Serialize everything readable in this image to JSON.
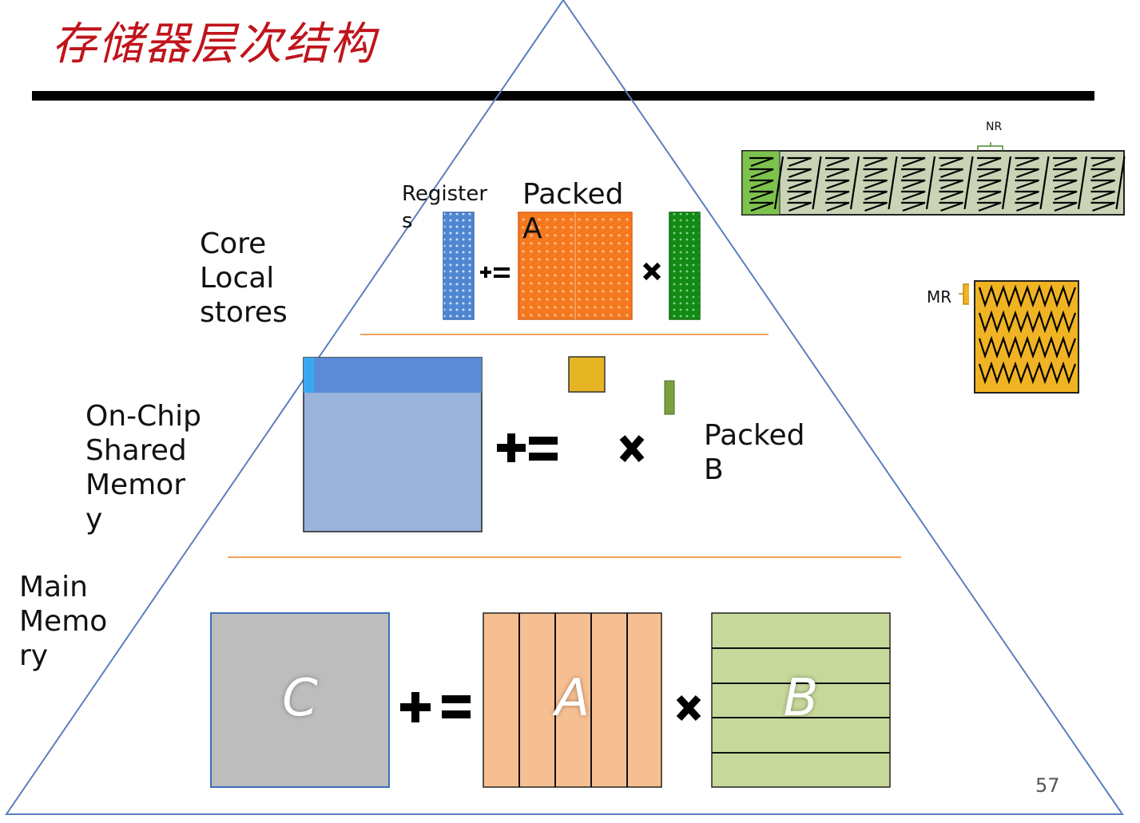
{
  "title": "存储器层次结构",
  "levels": {
    "core": "Core\nLocal\nstores",
    "onchip": "On-Chip\nShared\nMemor\ny",
    "main": "Main\nMemo\nry"
  },
  "labels": {
    "registers": "Register\ns",
    "packed_a": "Packed\nA",
    "packed_b": "Packed\nB",
    "nr": "NR",
    "mr": "MR"
  },
  "matrices": {
    "c": "C",
    "a": "A",
    "b": "B"
  },
  "page_number": "57",
  "colors": {
    "title": "#c0141b",
    "pyramid": "#5b7fbf",
    "divider": "#f2a15b",
    "register_blue": "#4f86d1",
    "packed_a_orange": "#f5781f",
    "green_dark": "#138a15",
    "block_blue": "#9ab3da",
    "block_blue_top": "#5b8bd6",
    "gold": "#e5b422",
    "olive_green": "#7aa13d",
    "gray_c": "#bdbdbd",
    "orange_a": "#f6bf91",
    "green_b": "#c6d99b",
    "strip_gray": "#c9d3b5",
    "mr_gold": "#f0b323"
  }
}
